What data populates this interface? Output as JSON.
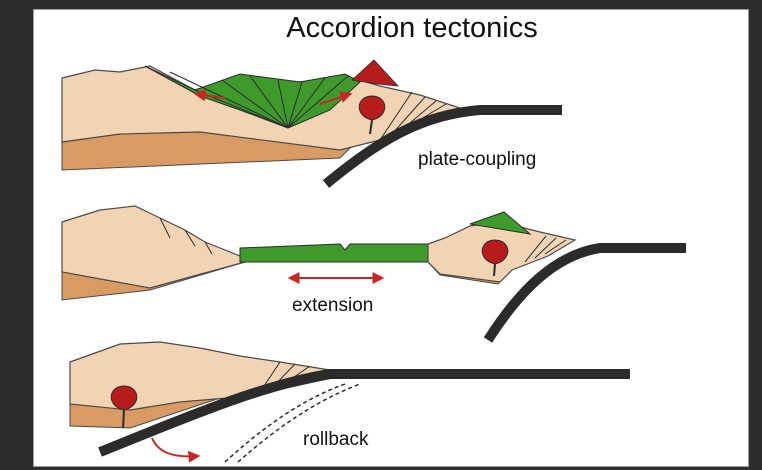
{
  "title": "Accordion tectonics",
  "panels": [
    {
      "label": "plate-coupling"
    },
    {
      "label": "extension"
    },
    {
      "label": "rollback"
    }
  ],
  "colors": {
    "crust": "#f2d3b3",
    "lower_crust": "#d99b63",
    "basin_fill": "#3f9a2c",
    "magma": "#b71c1c",
    "slab": "#2b2b2b",
    "arrow": "#c62828",
    "outline": "#4a4a4a"
  },
  "icons": [
    "magma-chamber-icon",
    "double-arrow-icon",
    "rollback-arrow-icon"
  ]
}
